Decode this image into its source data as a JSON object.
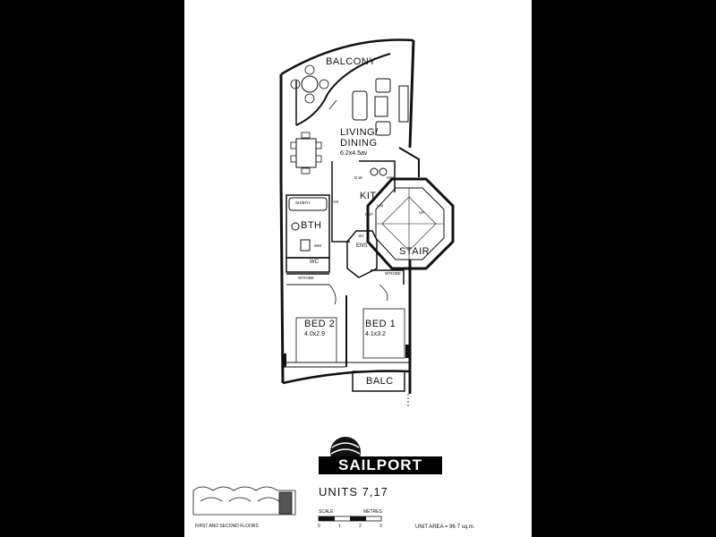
{
  "rooms": {
    "balcony": "BALCONY",
    "living_dining": "LIVING/\nDINING",
    "living_dining_line1": "LIVING/",
    "living_dining_line2": "DINING",
    "living_dim": "6.2x4.5av",
    "kit": "KIT",
    "bth": "BTH",
    "stair": "STAIR",
    "bed2": "BED 2",
    "bed2_dim": "4.0x2.9",
    "bed1": "BED 1",
    "bed1_dim": "4.1x3.2",
    "balc": "BALC"
  },
  "fixtures": {
    "sh_bth": "SH/BTH",
    "an": "AN",
    "wm": "WM",
    "dw": "D.W",
    "mw": "MW",
    "ref": "REF",
    "up": "UP",
    "wc": "WC",
    "ens": "ENS",
    "sh": "SH",
    "wrobe_left": "W'ROBE",
    "wrobe_right": "W'ROBE",
    "lin": "LIN"
  },
  "footer": {
    "logo": "SAILPORT",
    "units": "UNITS  7,17",
    "keyplan_caption": "FIRST AND SECOND FLOORS",
    "scale_label": "SCALE",
    "metres_label": "METRES",
    "scale_ticks": [
      "0",
      "1",
      "2",
      "3"
    ],
    "unit_area": "UNIT AREA = 96·7 sq.m."
  }
}
